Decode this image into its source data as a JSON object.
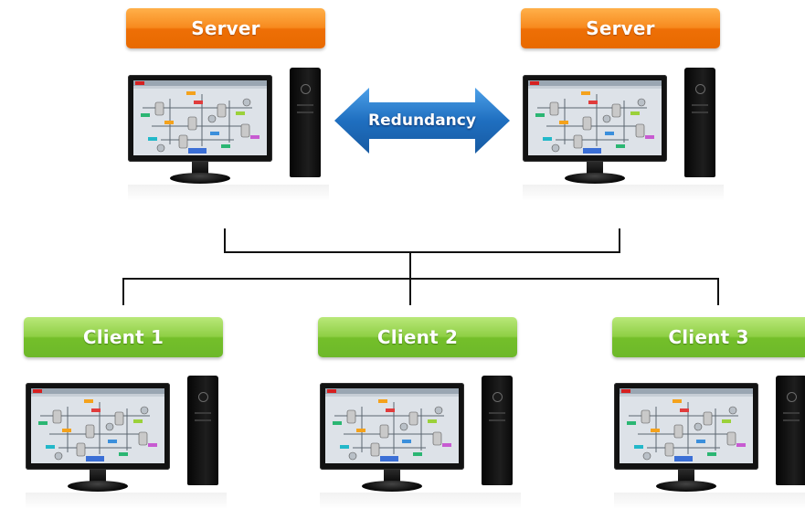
{
  "servers": [
    {
      "label": "Server"
    },
    {
      "label": "Server"
    }
  ],
  "redundancy": {
    "label": "Redundancy"
  },
  "clients": [
    {
      "label": "Client 1"
    },
    {
      "label": "Client 2"
    },
    {
      "label": "Client 3"
    }
  ],
  "colors": {
    "server_label": "#f78a1e",
    "client_label": "#7cc234",
    "redundancy_arrow": "#1f6fc0",
    "connector_lines": "#111111"
  },
  "icons": [
    "desktop-monitor-icon",
    "pc-tower-icon",
    "double-headed-arrow-icon"
  ]
}
